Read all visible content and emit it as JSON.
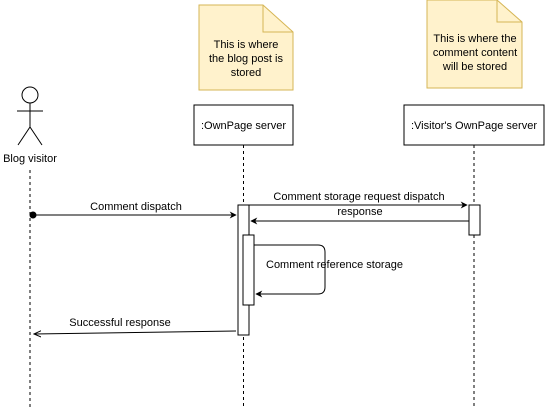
{
  "actor": {
    "label": "Blog visitor"
  },
  "participants": [
    {
      "label": ":OwnPage server"
    },
    {
      "label": ":Visitor's OwnPage server"
    }
  ],
  "notes": [
    {
      "lines": [
        "This is where",
        "the blog post is",
        "stored"
      ]
    },
    {
      "lines": [
        "This is where the",
        "comment content",
        "will be stored"
      ]
    }
  ],
  "messages": {
    "comment_dispatch": "Comment dispatch",
    "storage_request": "Comment storage request dispatch",
    "response": "response",
    "reference_storage": "Comment reference storage",
    "successful_response": "Successful response"
  },
  "colors": {
    "note_fill": "#fff2cc",
    "note_stroke": "#d6b656",
    "line": "#000000"
  }
}
